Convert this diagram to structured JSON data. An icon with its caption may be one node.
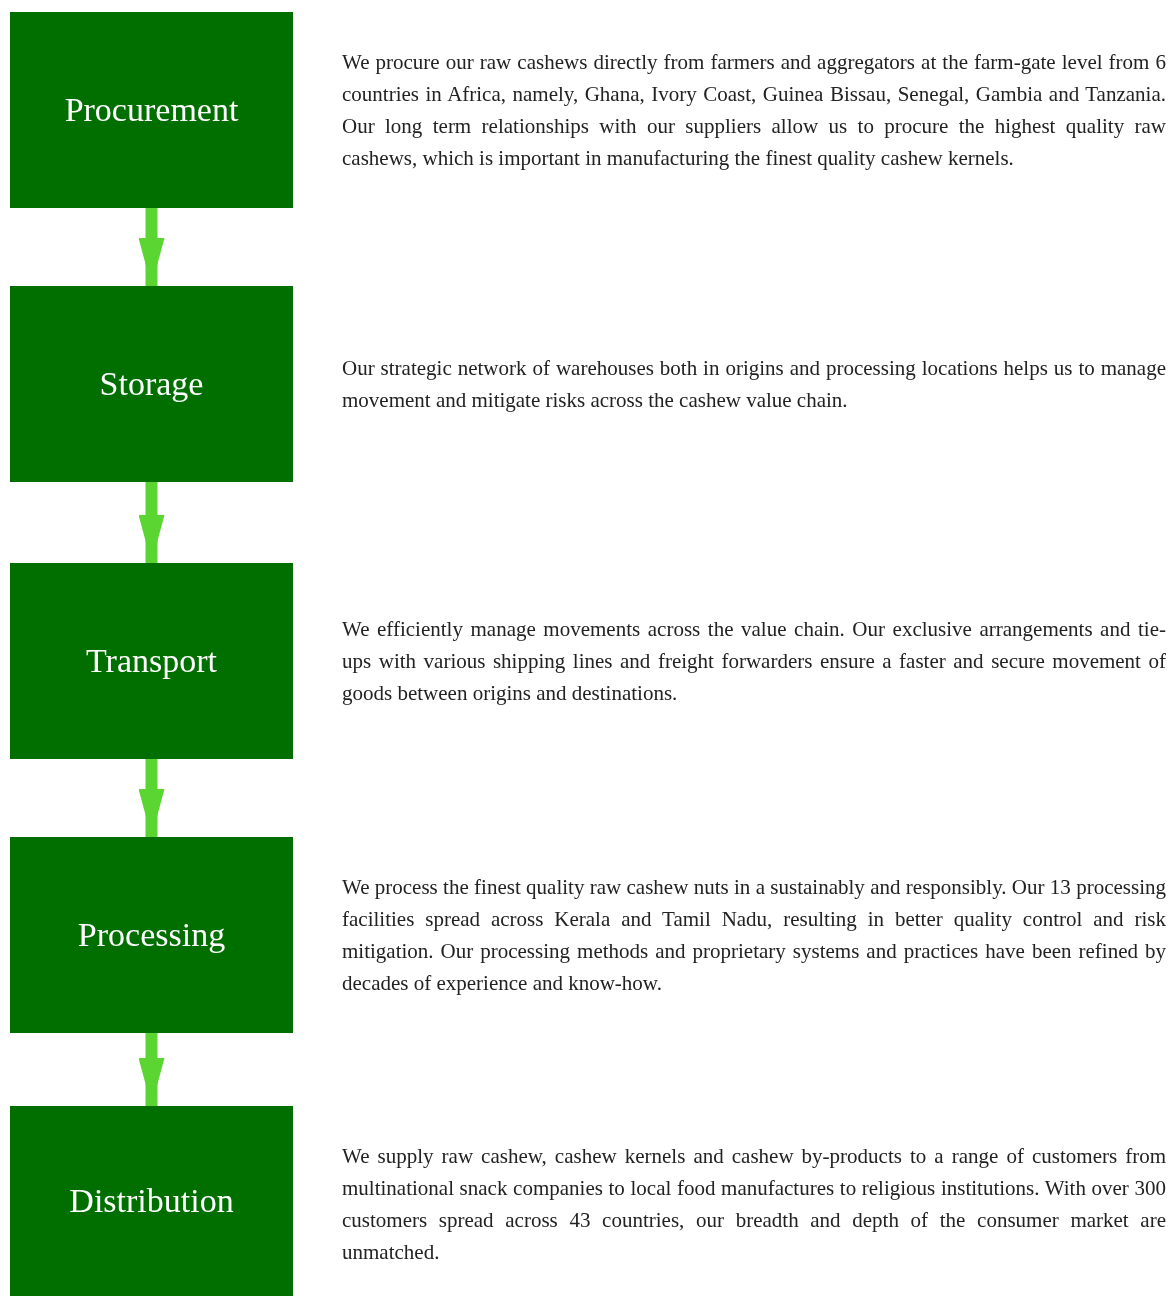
{
  "diagram": {
    "nodes": [
      {
        "text": [
          "Procurement"
        ],
        "beside": [
          "We procure our raw cashews directly from farmers and aggregators at the farm-gate level from 6 countries in Africa, namely, Ghana, Ivory Coast, Guinea Bissau, Senegal, Gambia and Tanzania. Our long term relationships with our suppliers allow us to procure the highest quality raw cashews, which is important in manufacturing the finest quality cashew kernels."
        ]
      },
      {
        "text": [
          "Storage"
        ],
        "beside": [
          "Our strategic network of warehouses both in origins and processing locations helps us to manage movement and mitigate risks across the cashew value chain."
        ]
      },
      {
        "text": [
          "Transport"
        ],
        "beside": [
          "We efficiently manage movements across the value chain. Our exclusive arrangements and tie-ups with various shipping lines and freight forwarders ensure a faster and secure movement of goods between origins and destinations."
        ]
      },
      {
        "text": [
          "Processing"
        ],
        "beside": [
          "We process the finest quality raw cashew nuts in a sustainably and responsibly. Our 13 processing facilities spread across Kerala and Tamil Nadu, resulting in better quality control and risk mitigation. Our processing methods and proprietary systems and practices have been refined by decades of experience and know-how."
        ]
      },
      {
        "text": [
          "Distribution"
        ],
        "beside": [
          "We supply raw cashew, cashew kernels and cashew by-products to a range of customers from multinational snack companies to local food manufactures to religious institutions. With over 300 customers spread across 43 countries, our breadth and depth of the consumer market are unmatched."
        ]
      }
    ],
    "edges": [
      {
        "from": 0,
        "to": 1,
        "arrow": "to"
      },
      {
        "from": 1,
        "to": 2,
        "arrow": "to"
      },
      {
        "from": 2,
        "to": 3,
        "arrow": "to"
      },
      {
        "from": 3,
        "to": 4,
        "arrow": "to"
      }
    ]
  }
}
